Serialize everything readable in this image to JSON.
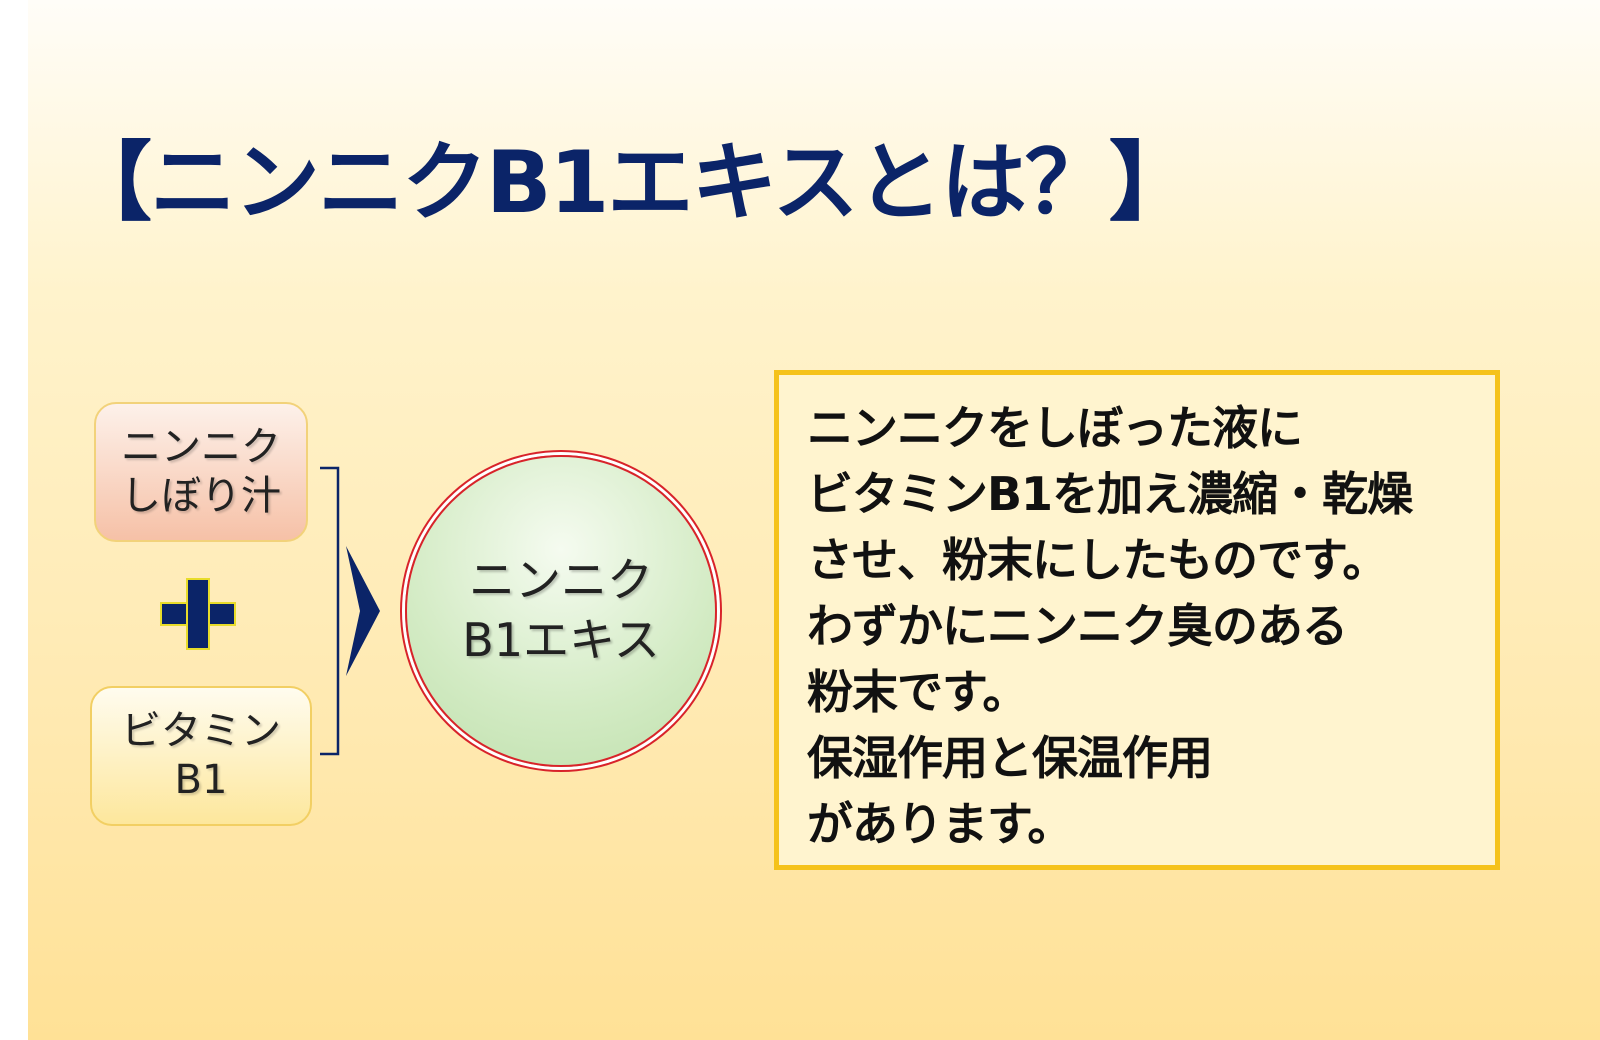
{
  "slide": {
    "title": "【ニンニクB1エキスとは？】"
  },
  "diagram": {
    "input_top": {
      "line1": "ニンニク",
      "line2": "しぼり汁"
    },
    "operator": "+",
    "input_bottom": {
      "line1": "ビタミン",
      "line2": "B1"
    },
    "result": {
      "line1": "ニンニク",
      "line2": "B1エキス"
    }
  },
  "description": {
    "lines": [
      "ニンニクをしぼった液に",
      "ビタミンB1を加え濃縮・乾燥",
      "させ、粉末にしたものです。",
      "わずかにニンニク臭のある",
      "粉末です。",
      "保湿作用と保温作用",
      "があります。"
    ]
  },
  "colors": {
    "title": "#0b2468",
    "arrow": "#0b2468",
    "circle_border": "#d8232a",
    "desc_border": "#f5c21b"
  }
}
